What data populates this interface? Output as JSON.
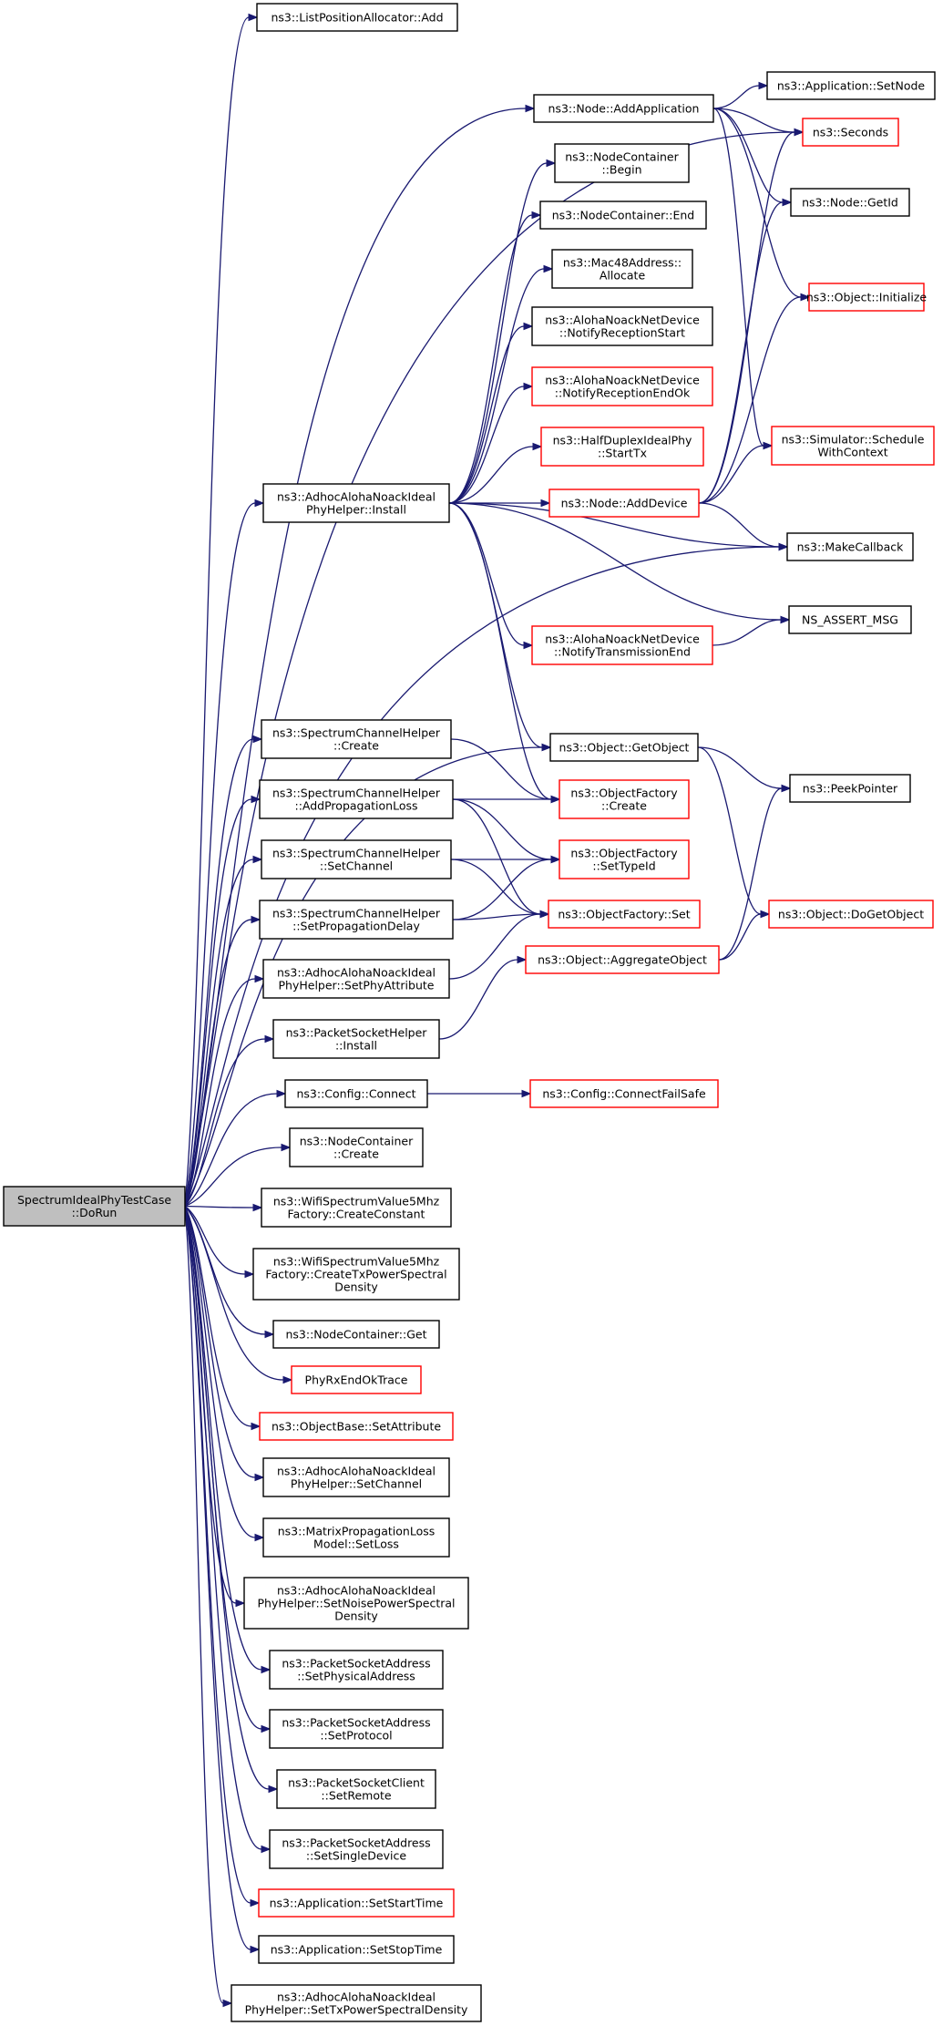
{
  "diagram": {
    "type": "doxygen-call-graph",
    "colors": {
      "edge": "#191970",
      "node_border_normal": "#000000",
      "node_border_truncated": "#ff0000",
      "root_fill": "#bfbfbf",
      "node_fill": "#ffffff"
    },
    "nodes": [
      {
        "id": "root",
        "lines": [
          "SpectrumIdealPhyTestCase",
          "::DoRun"
        ],
        "style": "root"
      },
      {
        "id": "lpa_add",
        "lines": [
          "ns3::ListPositionAllocator::Add"
        ],
        "style": "normal"
      },
      {
        "id": "node_addapp",
        "lines": [
          "ns3::Node::AddApplication"
        ],
        "style": "normal"
      },
      {
        "id": "app_setnode",
        "lines": [
          "ns3::Application::SetNode"
        ],
        "style": "normal"
      },
      {
        "id": "seconds",
        "lines": [
          "ns3::Seconds"
        ],
        "style": "truncated"
      },
      {
        "id": "nc_begin",
        "lines": [
          "ns3::NodeContainer",
          "::Begin"
        ],
        "style": "normal"
      },
      {
        "id": "nc_end",
        "lines": [
          "ns3::NodeContainer::End"
        ],
        "style": "normal"
      },
      {
        "id": "node_getid",
        "lines": [
          "ns3::Node::GetId"
        ],
        "style": "normal"
      },
      {
        "id": "mac_alloc",
        "lines": [
          "ns3::Mac48Address::",
          "Allocate"
        ],
        "style": "normal"
      },
      {
        "id": "obj_init",
        "lines": [
          "ns3::Object::Initialize"
        ],
        "style": "truncated"
      },
      {
        "id": "notify_rxstart",
        "lines": [
          "ns3::AlohaNoackNetDevice",
          "::NotifyReceptionStart"
        ],
        "style": "normal"
      },
      {
        "id": "notify_rxendok",
        "lines": [
          "ns3::AlohaNoackNetDevice",
          "::NotifyReceptionEndOk"
        ],
        "style": "truncated"
      },
      {
        "id": "hd_starttx",
        "lines": [
          "ns3::HalfDuplexIdealPhy",
          "::StartTx"
        ],
        "style": "truncated"
      },
      {
        "id": "sim_schedule",
        "lines": [
          "ns3::Simulator::Schedule",
          "WithContext"
        ],
        "style": "truncated"
      },
      {
        "id": "helper_install",
        "lines": [
          "ns3::AdhocAlohaNoackIdeal",
          "PhyHelper::Install"
        ],
        "style": "normal"
      },
      {
        "id": "node_adddevice",
        "lines": [
          "ns3::Node::AddDevice"
        ],
        "style": "truncated"
      },
      {
        "id": "make_callback",
        "lines": [
          "ns3::MakeCallback"
        ],
        "style": "normal"
      },
      {
        "id": "notify_txend",
        "lines": [
          "ns3::AlohaNoackNetDevice",
          "::NotifyTransmissionEnd"
        ],
        "style": "truncated"
      },
      {
        "id": "ns_assert",
        "lines": [
          "NS_ASSERT_MSG"
        ],
        "style": "normal"
      },
      {
        "id": "sch_create",
        "lines": [
          "ns3::SpectrumChannelHelper",
          "::Create"
        ],
        "style": "normal"
      },
      {
        "id": "obj_getobject",
        "lines": [
          "ns3::Object::GetObject"
        ],
        "style": "normal"
      },
      {
        "id": "sch_addprop",
        "lines": [
          "ns3::SpectrumChannelHelper",
          "::AddPropagationLoss"
        ],
        "style": "normal"
      },
      {
        "id": "of_create",
        "lines": [
          "ns3::ObjectFactory",
          "::Create"
        ],
        "style": "truncated"
      },
      {
        "id": "peek_pointer",
        "lines": [
          "ns3::PeekPointer"
        ],
        "style": "normal"
      },
      {
        "id": "sch_setchannel",
        "lines": [
          "ns3::SpectrumChannelHelper",
          "::SetChannel"
        ],
        "style": "normal"
      },
      {
        "id": "of_settypeid",
        "lines": [
          "ns3::ObjectFactory",
          "::SetTypeId"
        ],
        "style": "truncated"
      },
      {
        "id": "sch_setpropdelay",
        "lines": [
          "ns3::SpectrumChannelHelper",
          "::SetPropagationDelay"
        ],
        "style": "normal"
      },
      {
        "id": "of_set",
        "lines": [
          "ns3::ObjectFactory::Set"
        ],
        "style": "truncated"
      },
      {
        "id": "obj_dogetobject",
        "lines": [
          "ns3::Object::DoGetObject"
        ],
        "style": "truncated"
      },
      {
        "id": "helper_setphyattr",
        "lines": [
          "ns3::AdhocAlohaNoackIdeal",
          "PhyHelper::SetPhyAttribute"
        ],
        "style": "normal"
      },
      {
        "id": "obj_aggregate",
        "lines": [
          "ns3::Object::AggregateObject"
        ],
        "style": "truncated"
      },
      {
        "id": "psh_install",
        "lines": [
          "ns3::PacketSocketHelper",
          "::Install"
        ],
        "style": "normal"
      },
      {
        "id": "cfg_connect",
        "lines": [
          "ns3::Config::Connect"
        ],
        "style": "normal"
      },
      {
        "id": "cfg_connectfailsafe",
        "lines": [
          "ns3::Config::ConnectFailSafe"
        ],
        "style": "truncated"
      },
      {
        "id": "nc_create",
        "lines": [
          "ns3::NodeContainer",
          "::Create"
        ],
        "style": "normal"
      },
      {
        "id": "wifi_createconst",
        "lines": [
          "ns3::WifiSpectrumValue5Mhz",
          "Factory::CreateConstant"
        ],
        "style": "normal"
      },
      {
        "id": "wifi_createtxpsd",
        "lines": [
          "ns3::WifiSpectrumValue5Mhz",
          "Factory::CreateTxPowerSpectral",
          "Density"
        ],
        "style": "normal"
      },
      {
        "id": "nc_get",
        "lines": [
          "ns3::NodeContainer::Get"
        ],
        "style": "normal"
      },
      {
        "id": "phyrx_trace",
        "lines": [
          "PhyRxEndOkTrace"
        ],
        "style": "truncated"
      },
      {
        "id": "ob_setattr",
        "lines": [
          "ns3::ObjectBase::SetAttribute"
        ],
        "style": "truncated"
      },
      {
        "id": "helper_setchannel",
        "lines": [
          "ns3::AdhocAlohaNoackIdeal",
          "PhyHelper::SetChannel"
        ],
        "style": "normal"
      },
      {
        "id": "mpl_setloss",
        "lines": [
          "ns3::MatrixPropagationLoss",
          "Model::SetLoss"
        ],
        "style": "normal"
      },
      {
        "id": "helper_setnoise",
        "lines": [
          "ns3::AdhocAlohaNoackIdeal",
          "PhyHelper::SetNoisePowerSpectral",
          "Density"
        ],
        "style": "normal"
      },
      {
        "id": "psa_setphys",
        "lines": [
          "ns3::PacketSocketAddress",
          "::SetPhysicalAddress"
        ],
        "style": "normal"
      },
      {
        "id": "psa_setproto",
        "lines": [
          "ns3::PacketSocketAddress",
          "::SetProtocol"
        ],
        "style": "normal"
      },
      {
        "id": "psc_setremote",
        "lines": [
          "ns3::PacketSocketClient",
          "::SetRemote"
        ],
        "style": "normal"
      },
      {
        "id": "psa_setsingle",
        "lines": [
          "ns3::PacketSocketAddress",
          "::SetSingleDevice"
        ],
        "style": "normal"
      },
      {
        "id": "app_setstart",
        "lines": [
          "ns3::Application::SetStartTime"
        ],
        "style": "truncated"
      },
      {
        "id": "app_setstop",
        "lines": [
          "ns3::Application::SetStopTime"
        ],
        "style": "normal"
      },
      {
        "id": "helper_settxpsd",
        "lines": [
          "ns3::AdhocAlohaNoackIdeal",
          "PhyHelper::SetTxPowerSpectralDensity"
        ],
        "style": "normal"
      }
    ],
    "edges": [
      [
        "root",
        "lpa_add"
      ],
      [
        "root",
        "node_addapp"
      ],
      [
        "root",
        "helper_install"
      ],
      [
        "root",
        "make_callback"
      ],
      [
        "root",
        "obj_getobject"
      ],
      [
        "root",
        "sch_create"
      ],
      [
        "root",
        "sch_addprop"
      ],
      [
        "root",
        "sch_setchannel"
      ],
      [
        "root",
        "sch_setpropdelay"
      ],
      [
        "root",
        "helper_setphyattr"
      ],
      [
        "root",
        "psh_install"
      ],
      [
        "root",
        "cfg_connect"
      ],
      [
        "root",
        "nc_create"
      ],
      [
        "root",
        "wifi_createconst"
      ],
      [
        "root",
        "wifi_createtxpsd"
      ],
      [
        "root",
        "nc_get"
      ],
      [
        "root",
        "phyrx_trace"
      ],
      [
        "root",
        "ob_setattr"
      ],
      [
        "root",
        "helper_setchannel"
      ],
      [
        "root",
        "mpl_setloss"
      ],
      [
        "root",
        "helper_setnoise"
      ],
      [
        "root",
        "psa_setphys"
      ],
      [
        "root",
        "psa_setproto"
      ],
      [
        "root",
        "psc_setremote"
      ],
      [
        "root",
        "psa_setsingle"
      ],
      [
        "root",
        "app_setstart"
      ],
      [
        "root",
        "app_setstop"
      ],
      [
        "root",
        "helper_settxpsd"
      ],
      [
        "root",
        "seconds"
      ],
      [
        "node_addapp",
        "app_setnode"
      ],
      [
        "node_addapp",
        "seconds"
      ],
      [
        "node_addapp",
        "node_getid"
      ],
      [
        "node_addapp",
        "obj_init"
      ],
      [
        "node_addapp",
        "sim_schedule"
      ],
      [
        "helper_install",
        "nc_begin"
      ],
      [
        "helper_install",
        "nc_end"
      ],
      [
        "helper_install",
        "mac_alloc"
      ],
      [
        "helper_install",
        "notify_rxstart"
      ],
      [
        "helper_install",
        "notify_rxendok"
      ],
      [
        "helper_install",
        "hd_starttx"
      ],
      [
        "helper_install",
        "node_adddevice"
      ],
      [
        "helper_install",
        "make_callback"
      ],
      [
        "helper_install",
        "ns_assert"
      ],
      [
        "helper_install",
        "notify_txend"
      ],
      [
        "helper_install",
        "obj_getobject"
      ],
      [
        "helper_install",
        "of_create"
      ],
      [
        "node_adddevice",
        "seconds"
      ],
      [
        "node_adddevice",
        "node_getid"
      ],
      [
        "node_adddevice",
        "obj_init"
      ],
      [
        "node_adddevice",
        "sim_schedule"
      ],
      [
        "node_adddevice",
        "make_callback"
      ],
      [
        "notify_txend",
        "ns_assert"
      ],
      [
        "sch_create",
        "of_create"
      ],
      [
        "obj_getobject",
        "peek_pointer"
      ],
      [
        "obj_getobject",
        "obj_dogetobject"
      ],
      [
        "sch_addprop",
        "of_create"
      ],
      [
        "sch_addprop",
        "of_settypeid"
      ],
      [
        "sch_addprop",
        "of_set"
      ],
      [
        "sch_setchannel",
        "of_settypeid"
      ],
      [
        "sch_setchannel",
        "of_set"
      ],
      [
        "sch_setpropdelay",
        "of_settypeid"
      ],
      [
        "sch_setpropdelay",
        "of_set"
      ],
      [
        "helper_setphyattr",
        "of_set"
      ],
      [
        "obj_aggregate",
        "peek_pointer"
      ],
      [
        "obj_aggregate",
        "obj_dogetobject"
      ],
      [
        "psh_install",
        "obj_aggregate"
      ],
      [
        "cfg_connect",
        "cfg_connectfailsafe"
      ]
    ]
  }
}
